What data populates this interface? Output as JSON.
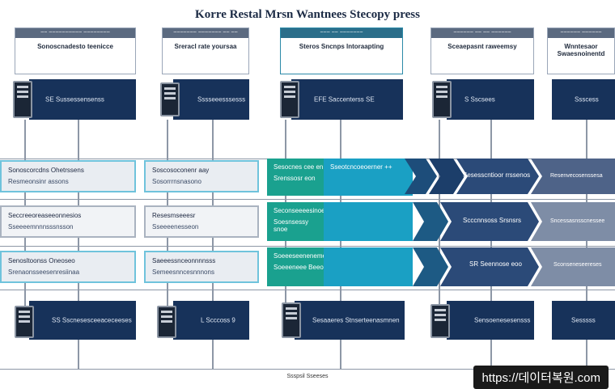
{
  "title": "Korre Restal Mrsn Wantnees Stecopy press",
  "headers": [
    {
      "cap": "~~ ~~~~~~~~~~ ~~~~~~~~",
      "text": "Sonoscnadesto teenicce"
    },
    {
      "cap": "~~~~~~~ ~~~~~~~ ~~ ~~",
      "text": "Sreracl rate yoursaa"
    },
    {
      "cap": "~~~ ~~ ~~~~~~~",
      "text": "Steros Sncnps lntoraapting"
    },
    {
      "cap": "~~~~~~ ~~ ~~ ~~~~~~",
      "text": "Sceaepasnt raweemsy"
    },
    {
      "cap": "~~~~~~ ~~~~~~",
      "text": "Wnntesaor Swaesnoinentd"
    }
  ],
  "navy_top": [
    "SE Sussessensenss",
    "Sssseeesssesss",
    "EFE Saccenterss SE",
    "S Sscsees",
    "Ssscess"
  ],
  "rows": [
    {
      "c1": [
        "Sonoscorcdns Ohetrssens",
        "Resmeonsinr assons"
      ],
      "c2": [
        "Soscosoconenr aay",
        "Sosorrrnsnasono"
      ],
      "c3": [
        "Sesocnes cee en",
        "Srenssosr eon"
      ],
      "c3b": "Sseotcncoeoerner ++",
      "c4": "Sesesscntioor rrssenos",
      "c5": "Resenvecosenssesa"
    },
    {
      "c1": [
        "Seccreeoreaseeonnesios",
        "Sseeeemnnnsssnsson"
      ],
      "c2": [
        "Resesmseeesr",
        "Sseeeenesseon"
      ],
      "c3": [
        "Seconseeeesinoe",
        "Soesnsessy snoe"
      ],
      "c3b": "",
      "c4": "Scccnnsoss Srsnsrs",
      "c5": "Sncessasnsscnessee"
    },
    {
      "c1": [
        "Senosltoonss Oneoseo",
        "Srenaonsseesenresiinaa"
      ],
      "c2": [
        "Saeeessnceonnnnsss",
        "Semeesnncesnnnons"
      ],
      "c3": [
        "Soeeeseeneneme",
        "Soeeeneee Beeo"
      ],
      "c3b": "",
      "c4": "SR Seennose eoo",
      "c5": "Sconseneseereses"
    }
  ],
  "navy_bottom": [
    "SS Sscnesesceeaceceeses",
    "L Scccoss 9",
    "Sesaaeres Stnserteenasmnen",
    "Sensoenesesensss",
    "Sesssss"
  ],
  "footer": "Ssspsil Sseeses",
  "watermark": "https://데이터복원.com",
  "colors": {
    "navy": "#17325a",
    "teal": "#1aa0c4",
    "green_teal": "#1aa18f",
    "slate": "#4e6388",
    "gray_slate": "#7e8da6"
  }
}
